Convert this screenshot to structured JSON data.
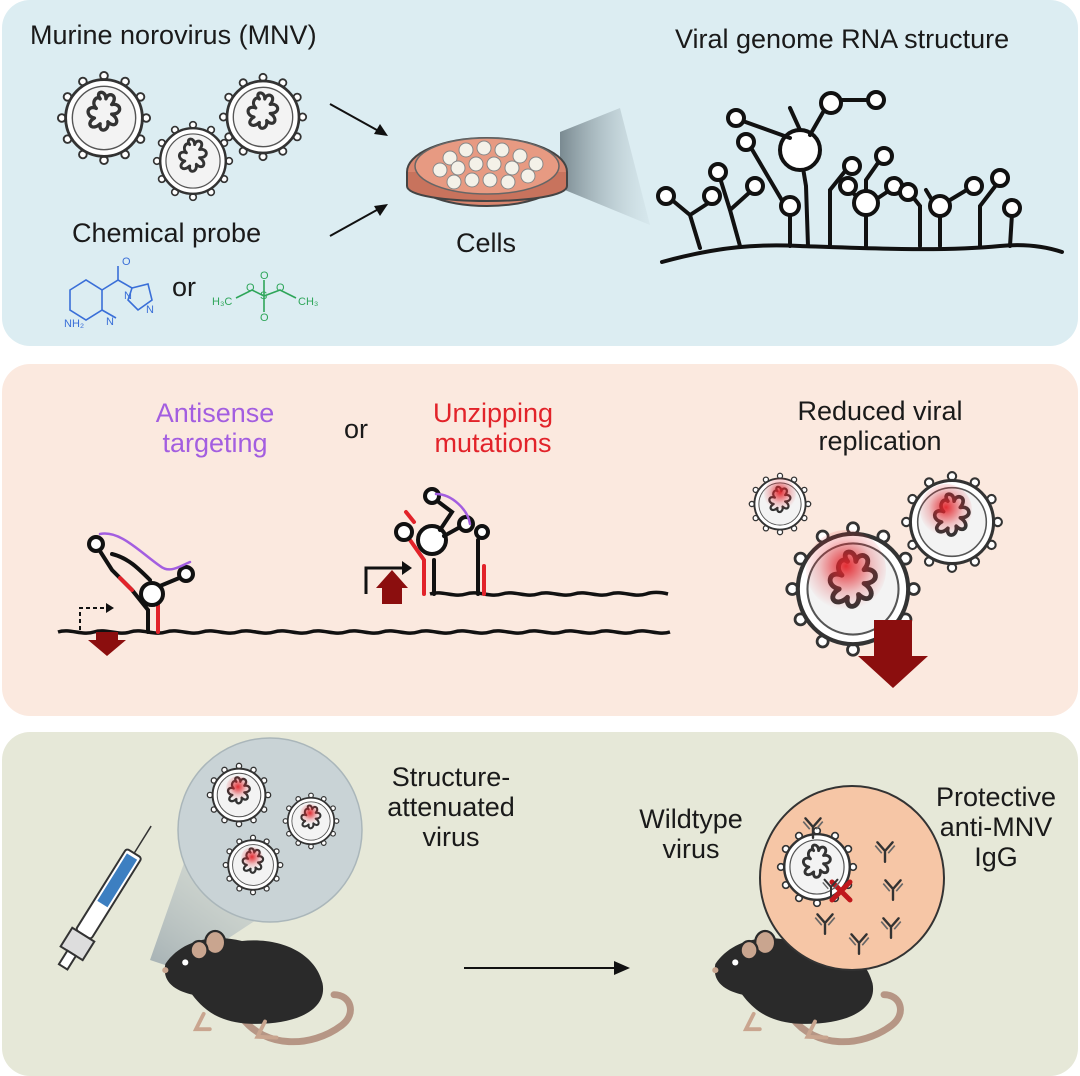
{
  "top_panel": {
    "virus_label": "Murine norovirus (MNV)",
    "probe_label": "Chemical probe",
    "or_label": "or",
    "cells_label": "Cells",
    "rna_label": "Viral genome RNA structure",
    "chem": {
      "amine": "NH₂",
      "n1": "N",
      "n2": "N",
      "n3": "N",
      "o1": "O",
      "methyl_left": "H₃C",
      "methyl_right": "CH₃",
      "s": "S",
      "o2": "O",
      "o3": "O",
      "o4": "O",
      "o5": "O"
    }
  },
  "middle_panel": {
    "antisense_label": "Antisense\ntargeting",
    "or_label": "or",
    "unzipping_label": "Unzipping\nmutations",
    "reduced_label": "Reduced viral\nreplication"
  },
  "bottom_panel": {
    "attenuated_label": "Structure-\nattenuated\nvirus",
    "wildtype_label": "Wildtype\nvirus",
    "igg_label": "Protective\nanti-MNV\nIgG"
  },
  "colors": {
    "panel_top": "#dcedf2",
    "panel_middle": "#fbe9df",
    "panel_bottom": "#e6e8d8",
    "antisense": "#a35ee0",
    "mutation": "#e2232a",
    "arrow_dark_red": "#8b0e0e",
    "probe_blue": "#3a6fd8",
    "probe_green": "#2fa65a"
  }
}
